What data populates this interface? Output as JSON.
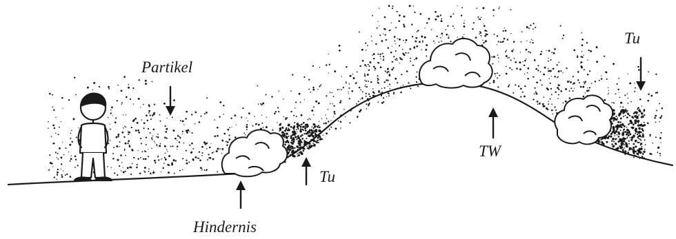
{
  "labels": {
    "partikel": "Partikel",
    "tu_right": "Tu",
    "tw": "TW",
    "tu_left": "Tu",
    "hindernis": "Hindernis"
  },
  "colors": {
    "ink": "#1a1a1a",
    "background": "#ffffff"
  },
  "icons": {
    "person": "person-icon",
    "bush": "bush-icon",
    "arrow": "arrow-icon"
  }
}
